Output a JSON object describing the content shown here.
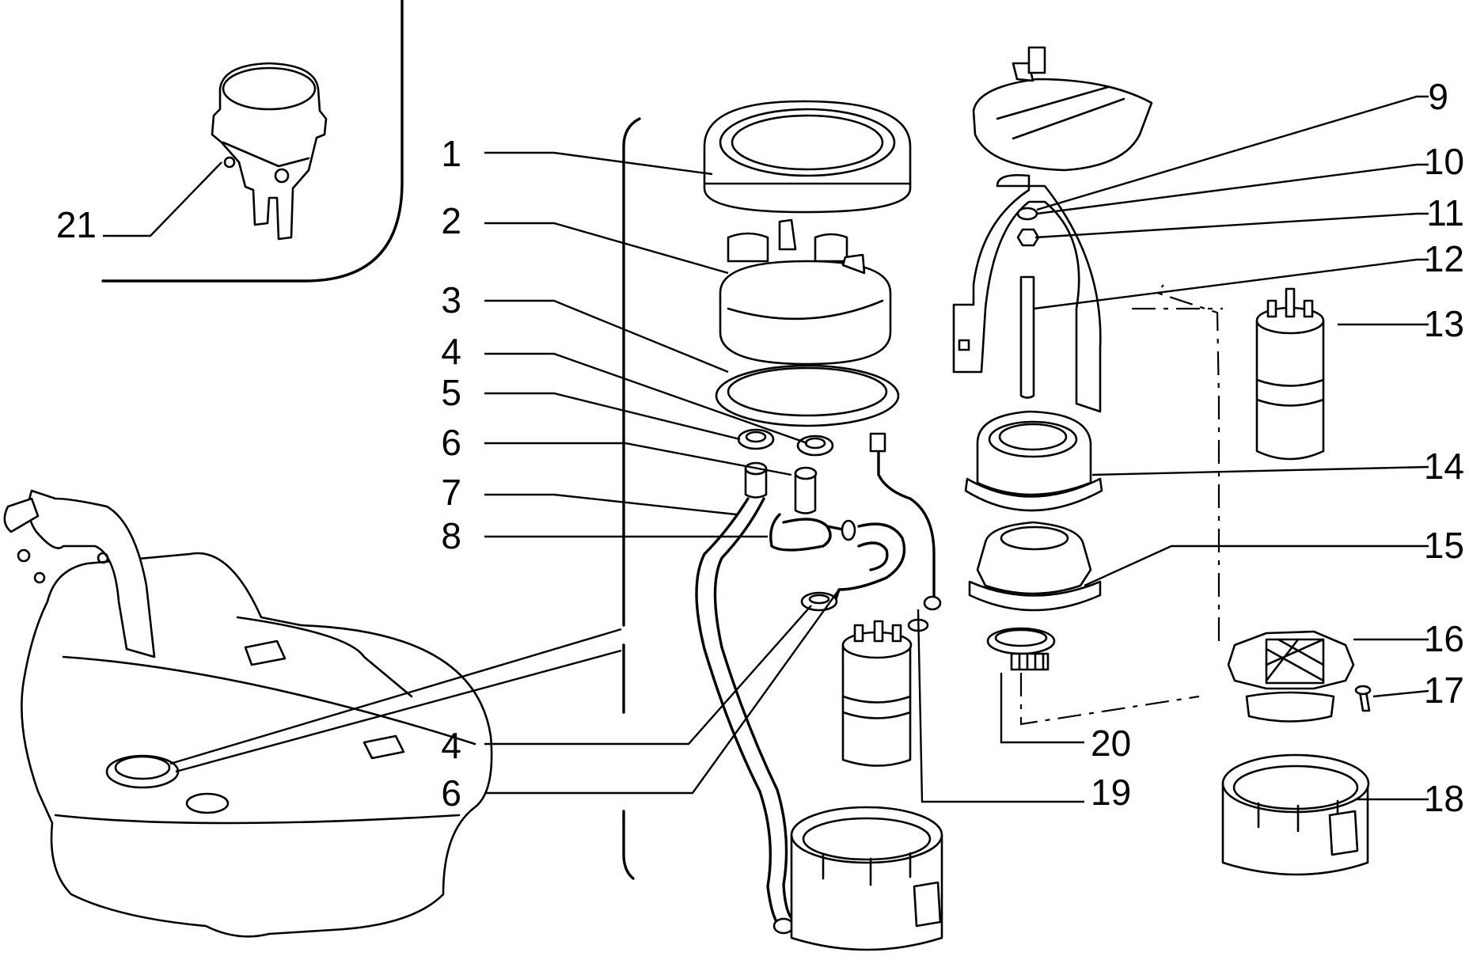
{
  "labels": {
    "1": "1",
    "2": "2",
    "3": "3",
    "4a": "4",
    "5": "5",
    "6a": "6",
    "7": "7",
    "8": "8",
    "9": "9",
    "10": "10",
    "11": "11",
    "12": "12",
    "13": "13",
    "14": "14",
    "15": "15",
    "16": "16",
    "17": "17",
    "18": "18",
    "19": "19",
    "20": "20",
    "21": "21",
    "4b": "4",
    "6b": "6"
  }
}
